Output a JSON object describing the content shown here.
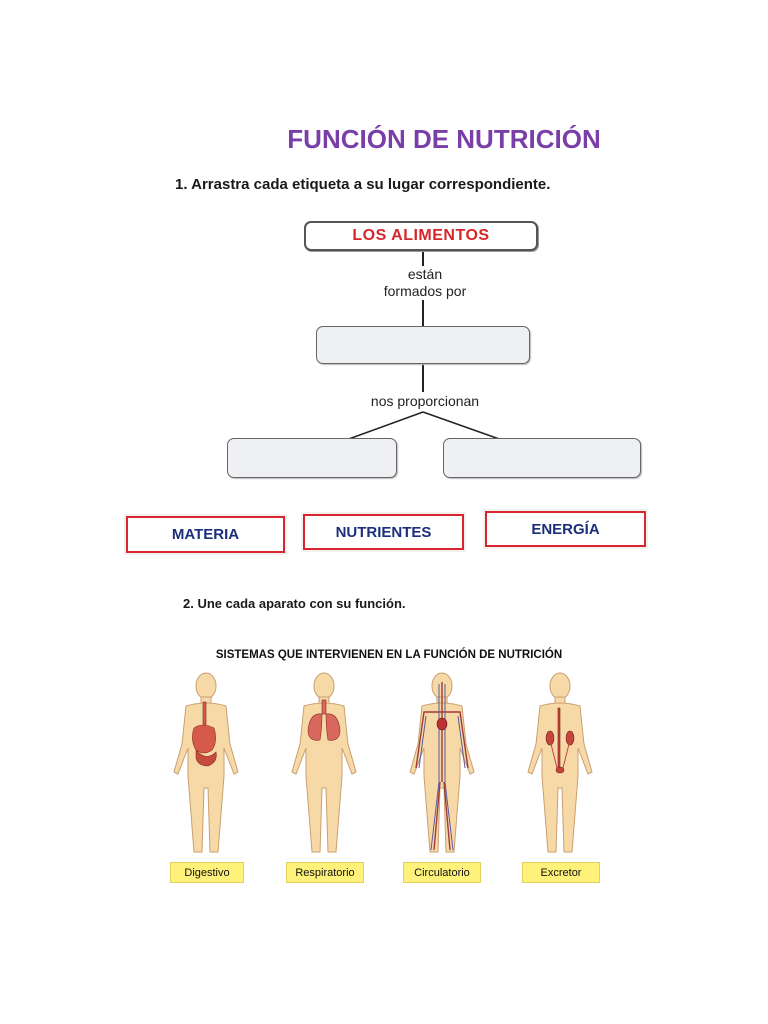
{
  "title": "FUNCIÓN DE NUTRICIÓN",
  "question1": "1.  Arrastra cada etiqueta a su lugar correspondiente.",
  "concept_map": {
    "top": "LOS ALIMENTOS",
    "connector1_line1": "están",
    "connector1_line2": "formados por",
    "connector2": "nos proporcionan"
  },
  "tags": [
    "MATERIA",
    "NUTRIENTES",
    "ENERGÍA"
  ],
  "question2": "2.  Une cada aparato con su función.",
  "systems_title": "SISTEMAS QUE INTERVIENEN EN LA FUNCIÓN DE NUTRICIÓN",
  "systems": [
    "Digestivo",
    "Respiratorio",
    "Circulatorio",
    "Excretor"
  ],
  "colors": {
    "title": "#7a3ea8",
    "top_node_text": "#d8252a",
    "tag_border": "#d9252e",
    "tag_text": "#1c2f7a",
    "label_bg": "#fff27a",
    "skin": "#f7d9a8"
  }
}
